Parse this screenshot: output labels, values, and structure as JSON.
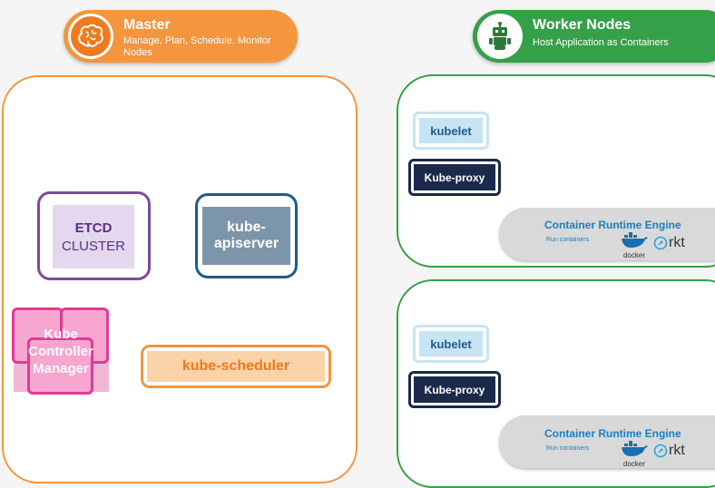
{
  "master": {
    "title": "Master",
    "subtitle_line1": "Manage, Plan, Schedule, Monitor",
    "subtitle_line2": "Nodes",
    "icon": "brain-icon",
    "color": "#f5953d"
  },
  "workers": {
    "title": "Worker Nodes",
    "subtitle": "Host Application as Containers",
    "icon": "robot-icon",
    "color": "#34a047"
  },
  "components": {
    "etcd_line1": "ETCD",
    "etcd_line2": "CLUSTER",
    "apiserver_line1": "kube-",
    "apiserver_line2": "apiserver",
    "controller_line1": "Kube",
    "controller_line2": "Controller",
    "controller_line3": "Manager",
    "scheduler": "kube-scheduler"
  },
  "node1": {
    "kubelet": "kubelet",
    "kube_proxy": "Kube-proxy",
    "runtime_title": "Container Runtime Engine",
    "runtime_sub": "Run containers",
    "docker": "docker",
    "rkt": "rkt"
  },
  "node2": {
    "kubelet": "kubelet",
    "kube_proxy": "Kube-proxy",
    "runtime_title": "Container Runtime Engine",
    "runtime_sub": "Run containers",
    "docker": "docker",
    "rkt": "rkt"
  }
}
